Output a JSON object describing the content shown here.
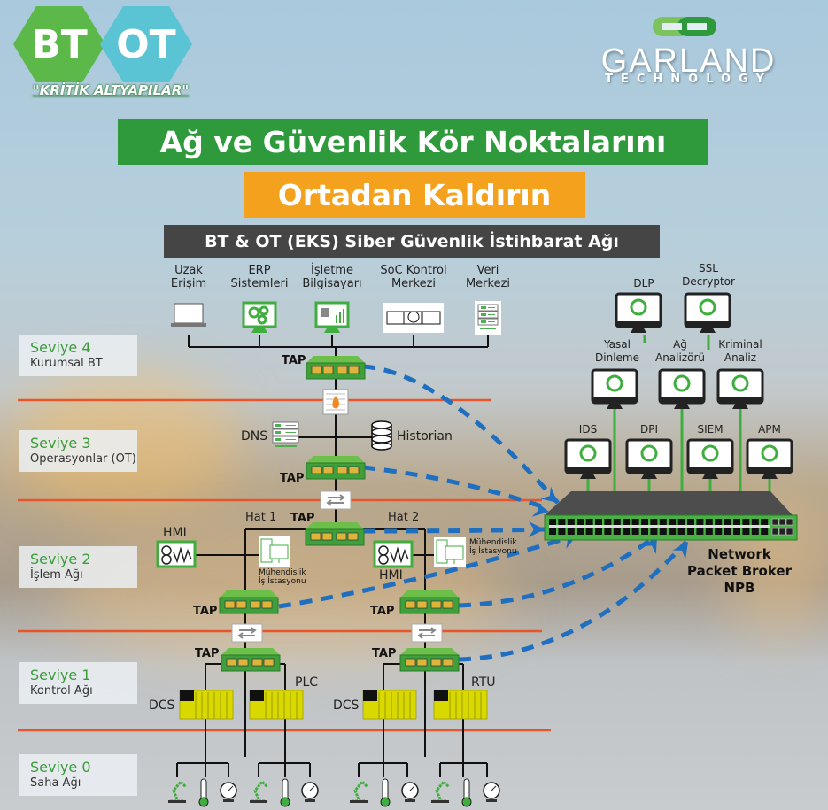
{
  "branding": {
    "hex_left": "BT",
    "hex_right": "OT",
    "tagline": "\"KRİTİK ALTYAPILAR\"",
    "company_name": "GARLAND",
    "company_sub": "TECHNOLOGY",
    "colors": {
      "green": "#5cb848",
      "teal": "#5bc4d4",
      "title_green": "#2e9a3c",
      "title_orange": "#f4a21d",
      "tap_green": "#4caf50",
      "dashed_blue": "#1e6fc0",
      "level_line": "#e8552a"
    }
  },
  "titles": {
    "line1": "Ağ ve Güvenlik Kör Noktalarını",
    "line2": "Ortadan Kaldırın",
    "subtitle": "BT & OT (EKS) Siber Güvenlik İstihbarat Ağı"
  },
  "levels": [
    {
      "name": "Seviye 4",
      "desc": "Kurumsal BT"
    },
    {
      "name": "Seviye 3",
      "desc": "Operasyonlar (OT)"
    },
    {
      "name": "Seviye 2",
      "desc": "İşlem Ağı"
    },
    {
      "name": "Seviye 1",
      "desc": "Kontrol Ağı"
    },
    {
      "name": "Seviye 0",
      "desc": "Saha Ağı"
    }
  ],
  "enterprise_nodes": [
    {
      "label": "Uzak\nErişim",
      "icon": "laptop-icon"
    },
    {
      "label": "ERP\nSistemleri",
      "icon": "gears-monitor-icon"
    },
    {
      "label": "İşletme\nBilgisayarı",
      "icon": "chart-monitor-icon"
    },
    {
      "label": "SoC Kontrol\nMerkezi",
      "icon": "operator-screens-icon"
    },
    {
      "label": "Veri\nMerkezi",
      "icon": "server-rack-icon"
    }
  ],
  "ot_nodes": {
    "tap": "TAP",
    "dns": "DNS",
    "historian": "Historian",
    "line1": "Hat 1",
    "line2": "Hat 2",
    "hmi": "HMI",
    "eng_ws": "Mühendislik\nİş İstasyonu",
    "dcs": "DCS",
    "plc": "PLC",
    "rtu": "RTU"
  },
  "security_tools": [
    {
      "label": "DLP",
      "icon": "eye-document-icon"
    },
    {
      "label": "SSL\nDecryptor",
      "icon": "unlock-icon"
    },
    {
      "label": "Yasal\nDinleme",
      "icon": "scales-icon"
    },
    {
      "label": "Ağ\nAnalizörü",
      "icon": "magnifier-window-icon"
    },
    {
      "label": "Kriminal\nAnaliz",
      "icon": "forensic-search-icon"
    },
    {
      "label": "IDS",
      "icon": "shield-icon"
    },
    {
      "label": "DPI",
      "icon": "dpi-search-icon"
    },
    {
      "label": "SIEM",
      "icon": "shield-document-icon"
    },
    {
      "label": "APM",
      "icon": "pulse-window-icon"
    }
  ],
  "npb": {
    "label": "Network\nPacket Broker\nNPB"
  }
}
